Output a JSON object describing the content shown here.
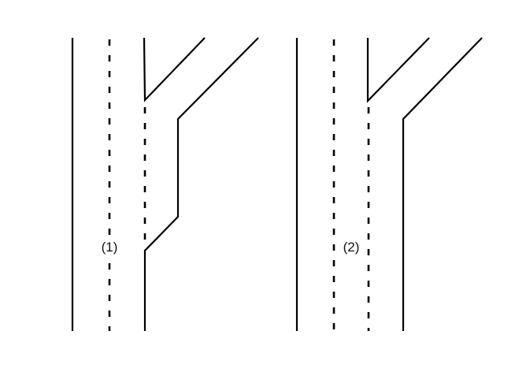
{
  "diagrams": [
    {
      "label": "(1)",
      "description_type": "lane-merge-with-offset"
    },
    {
      "label": "(2)",
      "description_type": "lane-merge-straight"
    }
  ],
  "colors": {
    "line": "#000000",
    "background": "#ffffff"
  }
}
